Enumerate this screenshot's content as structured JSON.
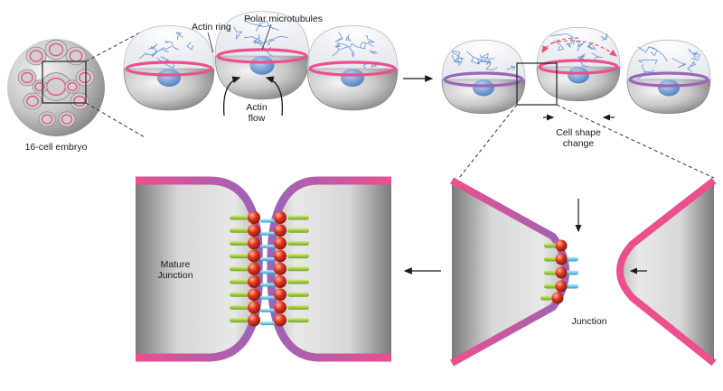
{
  "labels": {
    "embryo": "16-cell embryo",
    "actin_ring": "Actin ring",
    "polar_microtubules": "Polar microtubules",
    "actin_flow_1": "Actin",
    "actin_flow_2": "flow",
    "cell_shape_1": "Cell shape",
    "cell_shape_2": "change",
    "mature_1": "Mature",
    "mature_2": "Junction",
    "junction": "Junction"
  },
  "colors": {
    "ring": "#ec4f8e",
    "ring_purple": "#9a64b8",
    "cell_gray": "#b9b9b9",
    "nucleus": "#7aa6d6",
    "microtubule": "#4d7fd0",
    "protein_red": "#e0341f",
    "protein_green": "#9acd3c",
    "protein_cyan": "#5ec2e0"
  }
}
